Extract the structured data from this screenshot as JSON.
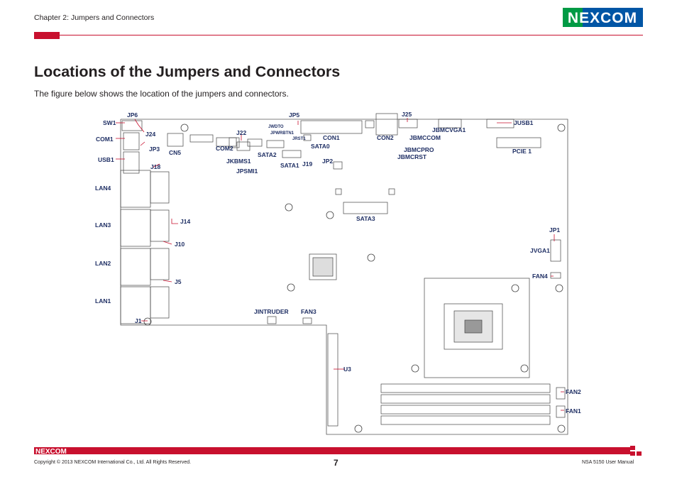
{
  "header": {
    "chapter": "Chapter 2: Jumpers and Connectors",
    "logo_text": "NEXCOM"
  },
  "title": "Locations of the Jumpers and Connectors",
  "subtitle": "The figure below shows the location of the jumpers and connectors.",
  "labels": [
    {
      "id": "jp6",
      "text": "JP6"
    },
    {
      "id": "sw1",
      "text": "SW1"
    },
    {
      "id": "j24",
      "text": "J24"
    },
    {
      "id": "com1",
      "text": "COM1"
    },
    {
      "id": "jp3",
      "text": "JP3"
    },
    {
      "id": "cn5",
      "text": "CN5"
    },
    {
      "id": "usb1",
      "text": "USB1"
    },
    {
      "id": "j18",
      "text": "J18"
    },
    {
      "id": "lan4",
      "text": "LAN4"
    },
    {
      "id": "lan3",
      "text": "LAN3"
    },
    {
      "id": "j14",
      "text": "J14"
    },
    {
      "id": "j10",
      "text": "J10"
    },
    {
      "id": "lan2",
      "text": "LAN2"
    },
    {
      "id": "j5",
      "text": "J5"
    },
    {
      "id": "lan1",
      "text": "LAN1"
    },
    {
      "id": "j1",
      "text": "J1"
    },
    {
      "id": "j22",
      "text": "J22"
    },
    {
      "id": "com2",
      "text": "COM2"
    },
    {
      "id": "jkbms1",
      "text": "JKBMS1"
    },
    {
      "id": "jpsmi1",
      "text": "JPSMI1"
    },
    {
      "id": "jwdto",
      "text": "JWDTO"
    },
    {
      "id": "jpwrbtn1",
      "text": "JPWRBTN1"
    },
    {
      "id": "jrst1",
      "text": "JRST1"
    },
    {
      "id": "sata2",
      "text": "SATA2"
    },
    {
      "id": "sata1",
      "text": "SATA1"
    },
    {
      "id": "j19",
      "text": "J19"
    },
    {
      "id": "jp5",
      "text": "JP5"
    },
    {
      "id": "con1",
      "text": "CON1"
    },
    {
      "id": "sata0",
      "text": "SATA0"
    },
    {
      "id": "jp2",
      "text": "JP2"
    },
    {
      "id": "j25",
      "text": "J25"
    },
    {
      "id": "con2",
      "text": "CON2"
    },
    {
      "id": "jbmccom",
      "text": "JBMCCOM"
    },
    {
      "id": "jbmcvga1",
      "text": "JBMCVGA1"
    },
    {
      "id": "jbmcpro",
      "text": "JBMCPRO"
    },
    {
      "id": "jbmcrst",
      "text": "JBMCRST"
    },
    {
      "id": "jusb1",
      "text": "JUSB1"
    },
    {
      "id": "pcie1",
      "text": "PCIE 1"
    },
    {
      "id": "sata3",
      "text": "SATA3"
    },
    {
      "id": "jp1",
      "text": "JP1"
    },
    {
      "id": "jvga1",
      "text": "JVGA1"
    },
    {
      "id": "fan4",
      "text": "FAN4"
    },
    {
      "id": "jintruder",
      "text": "JINTRUDER"
    },
    {
      "id": "fan3",
      "text": "FAN3"
    },
    {
      "id": "u3",
      "text": "U3"
    },
    {
      "id": "fan2",
      "text": "FAN2"
    },
    {
      "id": "fan1",
      "text": "FAN1"
    }
  ],
  "footer": {
    "logo_text": "NEXCOM",
    "copyright": "Copyright © 2013 NEXCOM International Co., Ltd. All Rights Reserved.",
    "page": "7",
    "manual": "NSA 5150 User Manual"
  },
  "colors": {
    "accent_red": "#c8102e",
    "brand_green": "#009a44",
    "brand_blue": "#0055a5",
    "label_navy": "#1f2f64",
    "board_line": "#333333"
  }
}
